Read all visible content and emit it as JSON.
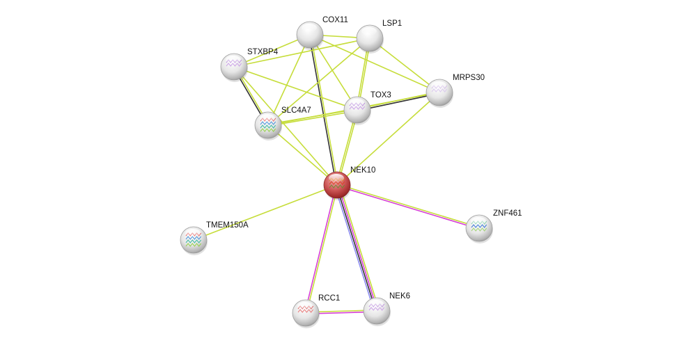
{
  "diagram": {
    "type": "protein-interaction-network",
    "colors": {
      "textmining": "#c6dd3a",
      "coexpression": "#333333",
      "experiments": "#d63fd6",
      "database": "#8d8df0",
      "query_node": "#c24a4a",
      "node": "#e2e2e2"
    },
    "nodes": [
      {
        "id": "COX11",
        "label": "COX11",
        "query": false,
        "structure": "none"
      },
      {
        "id": "LSP1",
        "label": "LSP1",
        "query": false,
        "structure": "none"
      },
      {
        "id": "STXBP4",
        "label": "STXBP4",
        "query": false,
        "structure": "purple"
      },
      {
        "id": "MRPS30",
        "label": "MRPS30",
        "query": false,
        "structure": "purple-faint"
      },
      {
        "id": "TOX3",
        "label": "TOX3",
        "query": false,
        "structure": "purple"
      },
      {
        "id": "SLC4A7",
        "label": "SLC4A7",
        "query": false,
        "structure": "rainbow"
      },
      {
        "id": "NEK10",
        "label": "NEK10",
        "query": true,
        "structure": "orange"
      },
      {
        "id": "TMEM150A",
        "label": "TMEM150A",
        "query": false,
        "structure": "rainbow"
      },
      {
        "id": "ZNF461",
        "label": "ZNF461",
        "query": false,
        "structure": "green-blue"
      },
      {
        "id": "RCC1",
        "label": "RCC1",
        "query": false,
        "structure": "red"
      },
      {
        "id": "NEK6",
        "label": "NEK6",
        "query": false,
        "structure": "purple"
      }
    ],
    "edges": [
      {
        "source": "COX11",
        "target": "LSP1",
        "types": [
          "textmining"
        ]
      },
      {
        "source": "COX11",
        "target": "STXBP4",
        "types": [
          "textmining"
        ]
      },
      {
        "source": "COX11",
        "target": "SLC4A7",
        "types": [
          "textmining"
        ]
      },
      {
        "source": "COX11",
        "target": "TOX3",
        "types": [
          "textmining"
        ]
      },
      {
        "source": "COX11",
        "target": "MRPS30",
        "types": [
          "textmining"
        ]
      },
      {
        "source": "COX11",
        "target": "NEK10",
        "types": [
          "textmining",
          "coexpression"
        ]
      },
      {
        "source": "LSP1",
        "target": "STXBP4",
        "types": [
          "textmining"
        ]
      },
      {
        "source": "LSP1",
        "target": "SLC4A7",
        "types": [
          "textmining"
        ]
      },
      {
        "source": "LSP1",
        "target": "TOX3",
        "types": [
          "textmining",
          "textmining"
        ]
      },
      {
        "source": "LSP1",
        "target": "MRPS30",
        "types": [
          "textmining"
        ]
      },
      {
        "source": "STXBP4",
        "target": "SLC4A7",
        "types": [
          "textmining",
          "coexpression"
        ]
      },
      {
        "source": "STXBP4",
        "target": "TOX3",
        "types": [
          "textmining"
        ]
      },
      {
        "source": "STXBP4",
        "target": "NEK10",
        "types": [
          "textmining"
        ]
      },
      {
        "source": "SLC4A7",
        "target": "TOX3",
        "types": [
          "textmining",
          "textmining"
        ]
      },
      {
        "source": "SLC4A7",
        "target": "NEK10",
        "types": [
          "textmining"
        ]
      },
      {
        "source": "SLC4A7",
        "target": "MRPS30",
        "types": [
          "textmining"
        ]
      },
      {
        "source": "TOX3",
        "target": "MRPS30",
        "types": [
          "textmining",
          "coexpression"
        ]
      },
      {
        "source": "TOX3",
        "target": "NEK10",
        "types": [
          "textmining",
          "textmining"
        ]
      },
      {
        "source": "MRPS30",
        "target": "NEK10",
        "types": [
          "textmining"
        ]
      },
      {
        "source": "NEK10",
        "target": "TMEM150A",
        "types": [
          "textmining"
        ]
      },
      {
        "source": "NEK10",
        "target": "ZNF461",
        "types": [
          "textmining",
          "experiments"
        ]
      },
      {
        "source": "NEK10",
        "target": "RCC1",
        "types": [
          "textmining",
          "experiments"
        ]
      },
      {
        "source": "NEK10",
        "target": "NEK6",
        "types": [
          "textmining",
          "experiments",
          "coexpression",
          "database"
        ]
      },
      {
        "source": "RCC1",
        "target": "NEK6",
        "types": [
          "textmining",
          "experiments"
        ]
      }
    ]
  }
}
